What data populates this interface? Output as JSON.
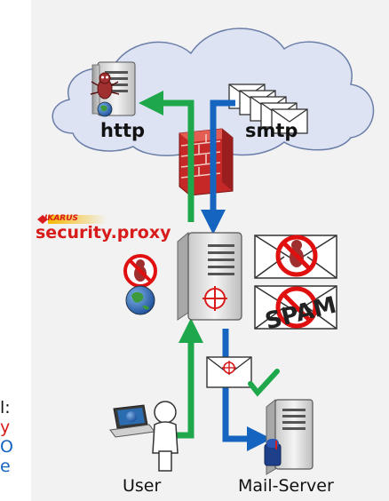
{
  "cloud": {
    "http_label": "http",
    "smtp_label": "smtp"
  },
  "brand": {
    "logo_text": "IKARUS",
    "product_name": "security.proxy"
  },
  "spam_stamp": "SPAM",
  "bottom_labels": {
    "user": "User",
    "mail_server": "Mail-Server"
  },
  "cut_off_left_text": {
    "line1": "l:",
    "line2": "y",
    "line3": "O",
    "line4": "e"
  },
  "colors": {
    "inbound_arrow": "#1565c0",
    "outbound_arrow": "#1fa84b",
    "brand_red": "#d81b1b",
    "brand_yellow": "#f5b800",
    "cloud_fill": "#dde3f2",
    "firewall_brick": "#d6352f",
    "prohibit_red": "#e01010",
    "checkmark": "#1fa84b"
  },
  "icons": [
    "cloud-icon",
    "web-server-icon",
    "envelope-stack-icon",
    "firewall-icon",
    "proxy-server-icon",
    "blocked-malware-mail-icon",
    "blocked-spam-mail-icon",
    "checked-mail-icon",
    "user-laptop-icon",
    "mail-server-icon",
    "globe-icon",
    "bug-icon"
  ]
}
